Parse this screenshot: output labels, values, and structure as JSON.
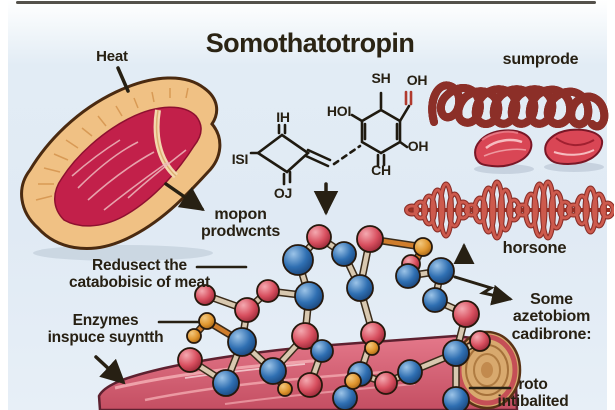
{
  "figure": {
    "title": "Somothatotropin",
    "colors": {
      "panel_bg": "#e2ecf5",
      "ink": "#272013",
      "meat_red": "#c2204a",
      "fat_tan": "#f0c184",
      "molecule_blue": "#2f6fb2",
      "molecule_red": "#d84f5f",
      "molecule_orange": "#e0962f",
      "protein_red": "#cd5a4d"
    }
  },
  "labels": {
    "heat": "Heat",
    "sumprode": "sumprode",
    "mopon_line1": "mopon",
    "mopon_line2": "prodwcnts",
    "horsone": "horsone",
    "redusect_line1": "Redusect the",
    "redusect_line2": "catabobisic of meat",
    "enzymes_line1": "Enzymes",
    "enzymes_line2": "inspuce suyntth",
    "some_line1": "Some",
    "some_line2": "azetobiom",
    "some_line3": "cadibrone:",
    "roto_line1": "roto",
    "roto_line2": "intibalited"
  },
  "chemistry": {
    "ih": "IH",
    "isi": "ISI",
    "oj": "OJ",
    "sh": "SH",
    "oh_top": "OH",
    "hoi": "HOI",
    "oh_right": "OH",
    "ch": "CH"
  }
}
